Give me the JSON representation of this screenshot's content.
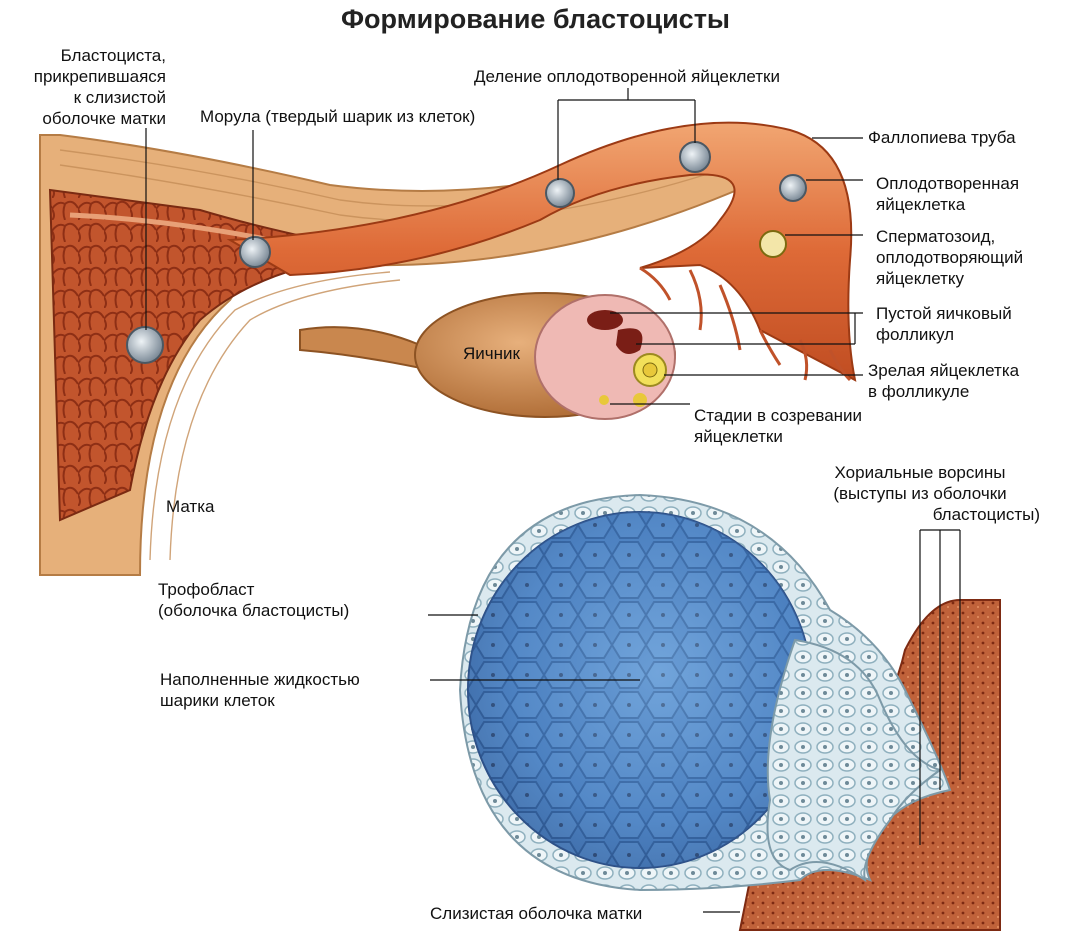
{
  "title": "Формирование бластоцисты",
  "labels": {
    "blastocyst_attached": [
      "Бластоциста,",
      "прикрепившаяся",
      "к слизистой",
      "оболочке матки"
    ],
    "morula": "Морула (твердый шарик из клеток)",
    "division": "Деление оплодотворенной яйцеклетки",
    "fallopian_tube": "Фаллопиева труба",
    "fertilized_egg": [
      "Оплодотворенная",
      "яйцеклетка"
    ],
    "sperm": [
      "Сперматозоид,",
      "оплодотворяющий",
      "яйцеклетку"
    ],
    "empty_follicle": [
      "Пустой яичковый",
      "фолликул"
    ],
    "mature_egg": [
      "Зрелая яйцеклетка",
      "в фолликуле"
    ],
    "egg_stages": [
      "Стадии в созревании",
      "яйцеклетки"
    ],
    "ovary": "Яичник",
    "uterus": "Матка",
    "chorionic_villi": [
      "Хориальные ворсины",
      "(выступы из оболочки",
      "бластоцисты)"
    ],
    "trophoblast": [
      "Трофобласт",
      "(оболочка бластоцисты)"
    ],
    "fluid_cells": [
      "Наполненные жидкостью",
      "шарики клеток"
    ],
    "mucosa": "Слизистая оболочка матки"
  },
  "colors": {
    "uterus_wall": "#e6b07a",
    "uterus_inner": "#c8582e",
    "tube_orange": "#e0763f",
    "ovary": "#c9874e",
    "blastocyst_blue": "#4f86c6",
    "trophoblast": "#cfe1ea",
    "mucosa": "#b8542f"
  }
}
